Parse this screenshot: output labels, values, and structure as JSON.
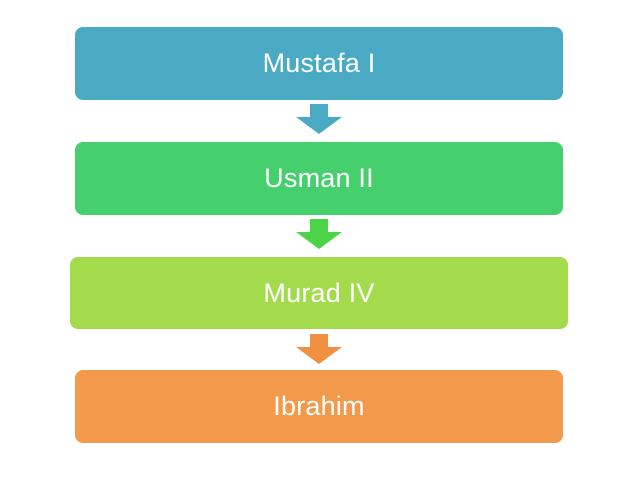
{
  "diagram": {
    "type": "vertical-process-flow",
    "background_color": "#ffffff",
    "text_color": "#ffffff",
    "steps": [
      {
        "label": "Mustafa I",
        "box_color": "#4aaac4"
      },
      {
        "label": "Usman II",
        "box_color": "#45d06d"
      },
      {
        "label": "Murad IV",
        "box_color": "#a3db4d"
      },
      {
        "label": "Ibrahim",
        "box_color": "#f2994c"
      }
    ],
    "arrows": [
      {
        "after_step": "Mustafa I",
        "direction": "down",
        "color": "#4aaac4"
      },
      {
        "after_step": "Usman II",
        "direction": "down",
        "color": "#4dd348"
      },
      {
        "after_step": "Murad IV",
        "direction": "down",
        "color": "#ef9140"
      }
    ]
  }
}
